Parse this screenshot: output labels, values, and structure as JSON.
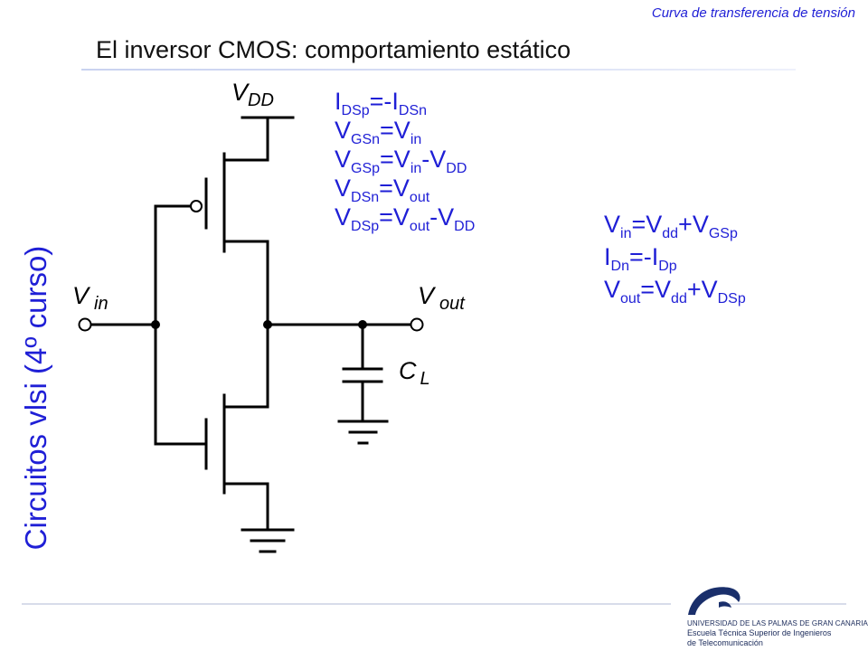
{
  "header": {
    "topic": "Curva de transferencia de tensión",
    "title": "El inversor CMOS: comportamiento estático"
  },
  "sidebar": {
    "course": "Circuitos vlsi (4º curso)"
  },
  "circuit": {
    "vdd": {
      "main": "V",
      "sub": "DD"
    },
    "vin": {
      "main": "V",
      "sub": "in"
    },
    "vout": {
      "main": "V",
      "sub": "out"
    },
    "cl": {
      "main": "C",
      "sub": "L"
    }
  },
  "equations_left": [
    {
      "parts": [
        [
          "I",
          "DSp"
        ],
        [
          "=-I",
          "DSn"
        ]
      ]
    },
    {
      "parts": [
        [
          "V",
          "GSn"
        ],
        [
          "=V",
          "in"
        ]
      ]
    },
    {
      "parts": [
        [
          "V",
          "GSp"
        ],
        [
          "=V",
          "in"
        ],
        [
          "-V",
          "DD"
        ]
      ]
    },
    {
      "parts": [
        [
          "V",
          "DSn"
        ],
        [
          "=V",
          "out"
        ]
      ]
    },
    {
      "parts": [
        [
          "V",
          "DSp"
        ],
        [
          "=V",
          "out"
        ],
        [
          "-V",
          "DD"
        ]
      ]
    }
  ],
  "equations_right": [
    {
      "parts": [
        [
          "V",
          "in"
        ],
        [
          "=V",
          "dd"
        ],
        [
          "+V",
          "GSp"
        ]
      ]
    },
    {
      "parts": [
        [
          "I",
          "Dn"
        ],
        [
          "=-I",
          "Dp"
        ]
      ]
    },
    {
      "parts": [
        [
          "V",
          "out"
        ],
        [
          "=V",
          "dd"
        ],
        [
          "+V",
          "DSp"
        ]
      ]
    }
  ],
  "footer": {
    "logo_line1": "UNIVERSIDAD DE LAS PALMAS DE GRAN CANARIA",
    "logo_line2": "Escuela Técnica Superior de Ingenieros",
    "logo_line3": "de Telecomunicación"
  },
  "colors": {
    "accent": "#1f1fd6",
    "wire": "#000000"
  }
}
